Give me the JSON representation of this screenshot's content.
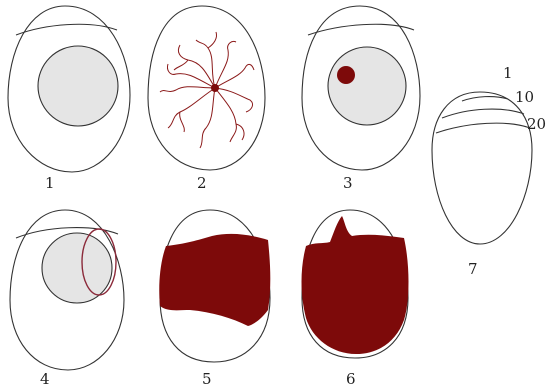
{
  "colors": {
    "outline": "#333333",
    "yolk_fill": "#e5e5e5",
    "blood": "#7d0a0a",
    "vessel": "#8b1a1a",
    "background": "#ffffff"
  },
  "figures": [
    {
      "id": "egg-1",
      "label": "1"
    },
    {
      "id": "egg-2",
      "label": "2"
    },
    {
      "id": "egg-3",
      "label": "3"
    },
    {
      "id": "egg-4",
      "label": "4"
    },
    {
      "id": "egg-5",
      "label": "5"
    },
    {
      "id": "egg-6",
      "label": "6"
    },
    {
      "id": "egg-7",
      "label": "7"
    }
  ],
  "air_cell_marks": [
    "1",
    "10",
    "20"
  ]
}
